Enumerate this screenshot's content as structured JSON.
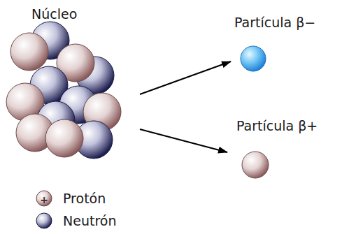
{
  "diagram": {
    "nodes": [
      {
        "text": [
          "Núcleo"
        ]
      },
      {
        "text": [
          "Partícula β−"
        ]
      },
      {
        "text": [
          "Partícula β+"
        ]
      }
    ],
    "edges": [
      {
        "from": 0,
        "to": 1,
        "arrow": "to"
      },
      {
        "from": 0,
        "to": 2,
        "arrow": "to"
      }
    ],
    "labels": [
      "+"
    ],
    "legend": [
      {
        "text": "Protón"
      },
      {
        "text": "Neutrón"
      }
    ]
  }
}
